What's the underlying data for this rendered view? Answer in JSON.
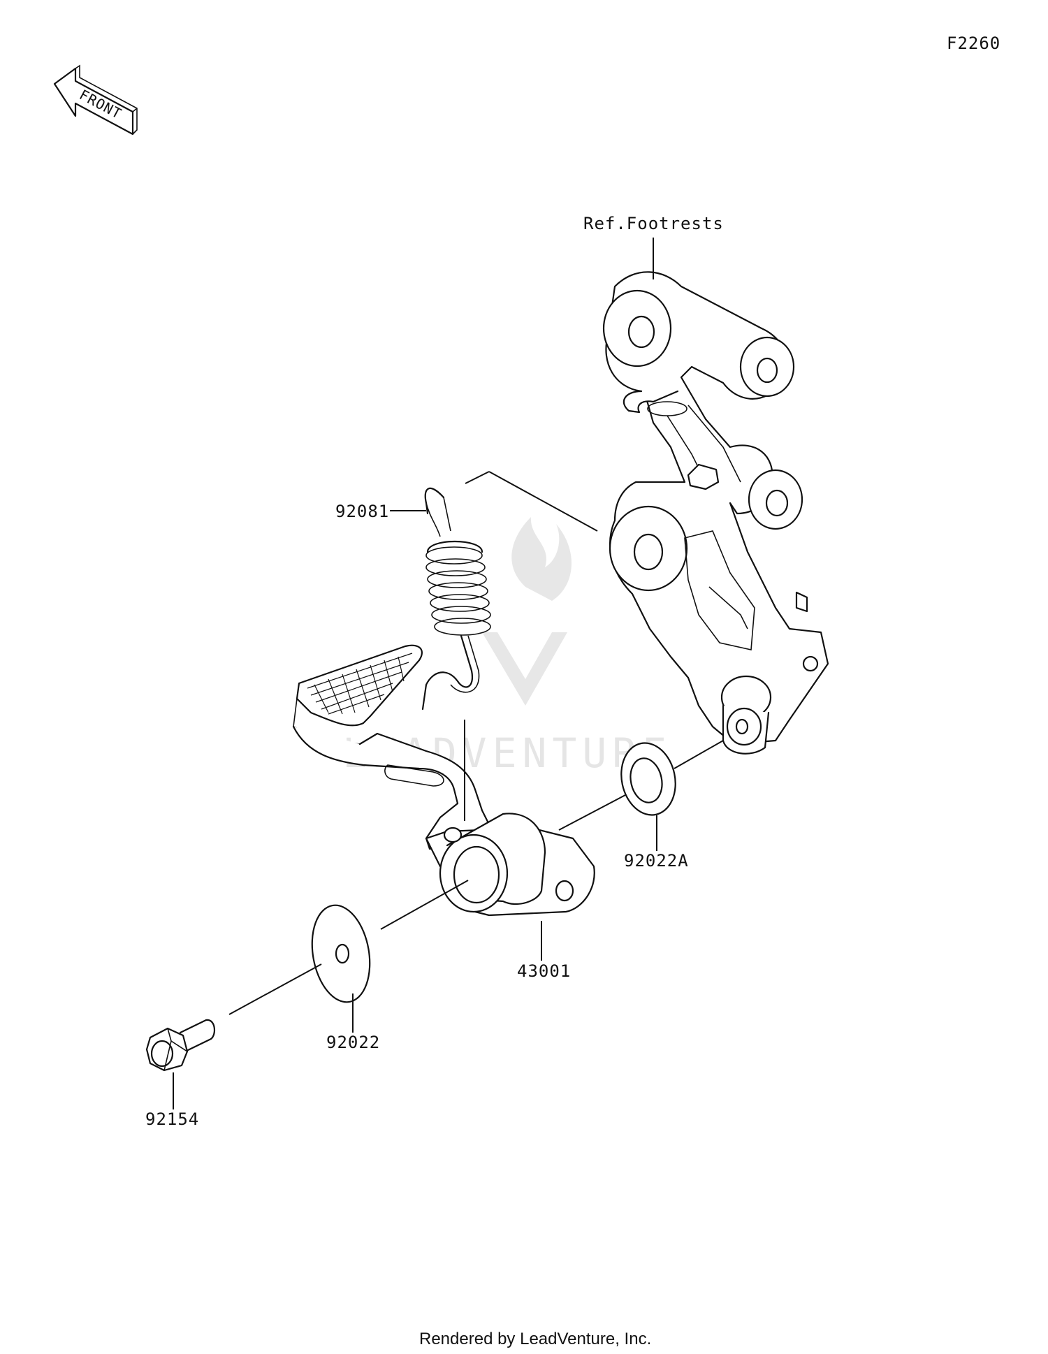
{
  "diagram_code": "F2260",
  "front_label": "FRONT",
  "watermark": "LEADVENTURE",
  "footer": "Rendered by LeadVenture, Inc.",
  "callouts": {
    "ref_footrests": "Ref.Footrests",
    "spring": "92081",
    "washer_a": "92022A",
    "pedal": "43001",
    "washer": "92022",
    "bolt": "92154"
  }
}
